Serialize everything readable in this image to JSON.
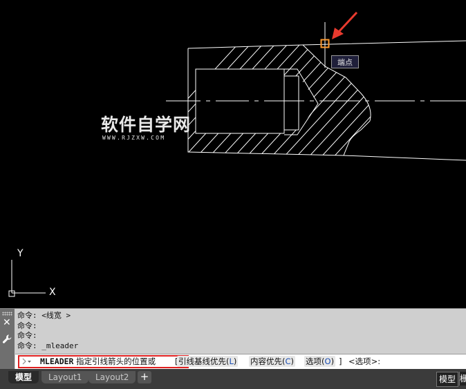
{
  "drawing": {
    "watermark_title": "软件自学网",
    "watermark_url": "WWW.RJZXW.COM",
    "snap_tooltip": "端点",
    "ucs_x_label": "X",
    "ucs_y_label": "Y"
  },
  "command_window": {
    "history": [
      "命令: <线宽 >",
      "命令:",
      "命令:",
      "命令: _mleader"
    ],
    "prompt_command": "MLEADER",
    "prompt_text": "指定引线箭头的位置或",
    "bracket_open": "[",
    "options": [
      {
        "label": "引线基线优先(",
        "key": "L",
        "close": ")"
      },
      {
        "label": "内容优先(",
        "key": "C",
        "close": ")"
      },
      {
        "label": "选项(",
        "key": "O",
        "close": ")"
      }
    ],
    "bracket_close": "]",
    "default_option": "<选项>:"
  },
  "layout_tabs": [
    {
      "label": "模型",
      "active": true
    },
    {
      "label": "Layout1",
      "active": false
    },
    {
      "label": "Layout2",
      "active": false
    }
  ],
  "add_tab_label": "+",
  "status_bar": {
    "model_label": "模型",
    "grid_label": "栅"
  },
  "icons": [
    "close-icon",
    "wrench-icon",
    "command-caret-icon",
    "snap-marker-icon",
    "red-arrow-icon",
    "ucs-icon"
  ],
  "colors": {
    "canvas_bg": "#000000",
    "geometry": "#ffffff",
    "snap_marker": "#ff9a2e",
    "arrow": "#e83a2e",
    "highlight_box": "#e02020",
    "option_key": "#1a4db3"
  }
}
